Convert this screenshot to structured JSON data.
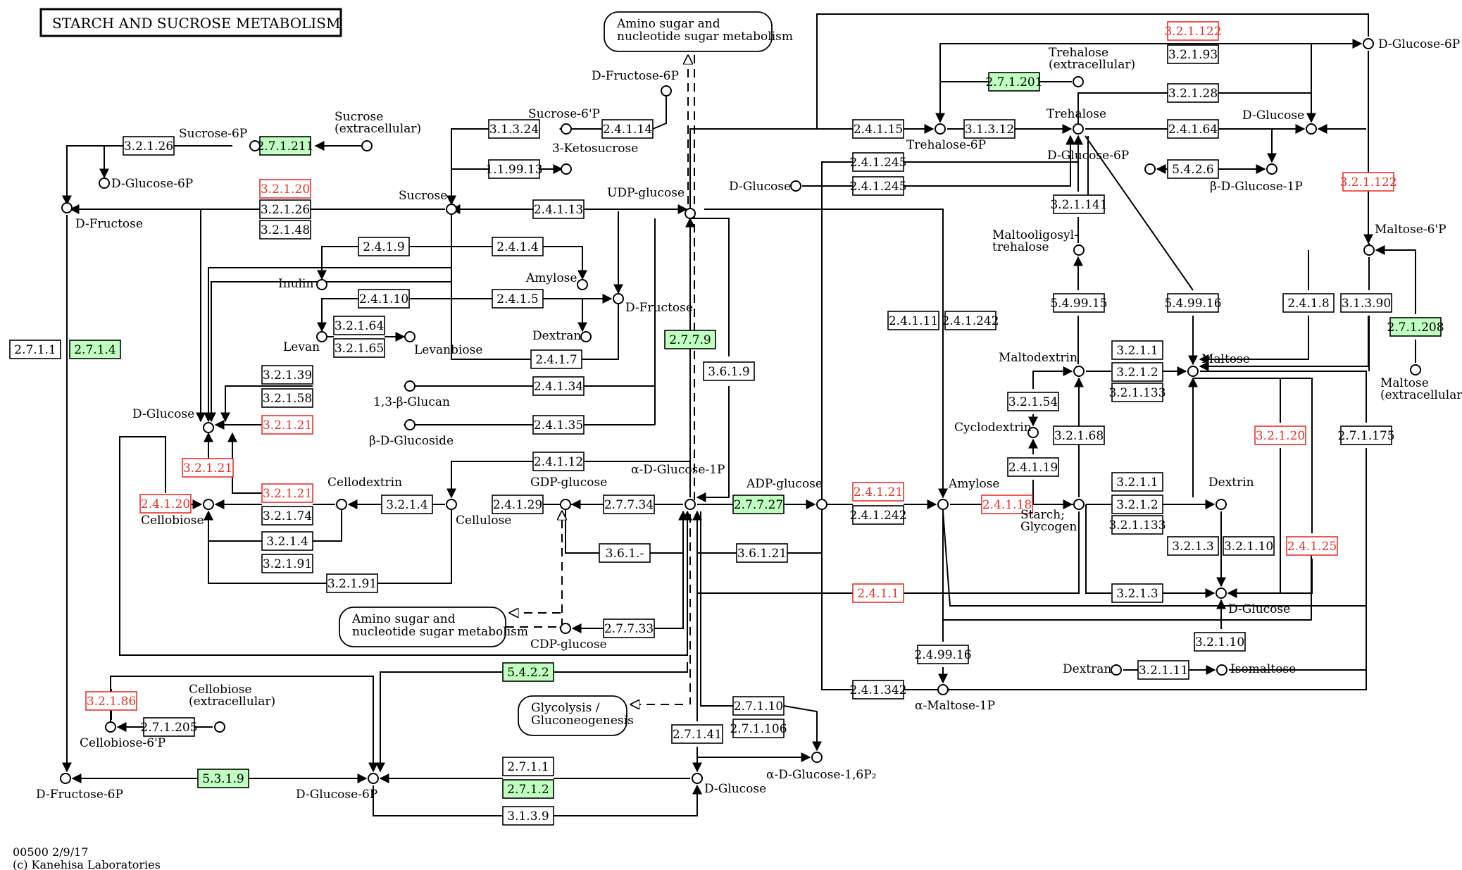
{
  "title": "STARCH AND SUCROSE METABOLISM",
  "footer": [
    "00500 2/9/17",
    "(c) Kanehisa Laboratories"
  ],
  "colors": {
    "found": "#e8322b",
    "green_fill": "#bfffbf",
    "outline": "#000000"
  },
  "maps": [
    {
      "id": "amino1",
      "lines": [
        "Amino sugar and",
        "nucleotide sugar metabolism"
      ]
    },
    {
      "id": "amino2",
      "lines": [
        "Amino sugar and",
        "nucleotide sugar metabolism"
      ]
    },
    {
      "id": "glyco",
      "lines": [
        "Glycolysis /",
        "Gluconeogenesis"
      ]
    }
  ],
  "compounds": [
    {
      "id": "sucrose_6p_l",
      "label": "Sucrose-6P"
    },
    {
      "id": "sucrose_ext",
      "label": [
        "Sucrose",
        "(extracellular)"
      ]
    },
    {
      "id": "dglc6p_a",
      "label": "D-Glucose-6P"
    },
    {
      "id": "dfructose_l",
      "label": "D-Fructose"
    },
    {
      "id": "sucrose",
      "label": "Sucrose"
    },
    {
      "id": "sucrose6p_m",
      "label": "Sucrose-6'P"
    },
    {
      "id": "dfru6p_top",
      "label": "D-Fructose-6P"
    },
    {
      "id": "ketosucrose",
      "label": "3-Ketosucrose"
    },
    {
      "id": "udpglc",
      "label": "UDP-glucose"
    },
    {
      "id": "inulin",
      "label": "Inulin"
    },
    {
      "id": "amylose_s",
      "label": "Amylose"
    },
    {
      "id": "dfructose_m",
      "label": "D-Fructose"
    },
    {
      "id": "levan",
      "label": "Levan"
    },
    {
      "id": "levanbiose",
      "label": "Levanbiose"
    },
    {
      "id": "dextran_s",
      "label": "Dextran"
    },
    {
      "id": "b13glucan",
      "label": "1,3-β-Glucan"
    },
    {
      "id": "bdglucoside",
      "label": "β-D-Glucoside"
    },
    {
      "id": "dglucose_l",
      "label": "D-Glucose"
    },
    {
      "id": "cellobiose",
      "label": "Cellobiose"
    },
    {
      "id": "cellodextrin",
      "label": "Cellodextrin"
    },
    {
      "id": "cellulose",
      "label": "Cellulose"
    },
    {
      "id": "gdpglc",
      "label": "GDP-glucose"
    },
    {
      "id": "adglc1p",
      "label": "α-D-Glucose-1P"
    },
    {
      "id": "adpglc",
      "label": "ADP-glucose"
    },
    {
      "id": "cdpglc",
      "label": "CDP-glucose"
    },
    {
      "id": "cellobiose6p",
      "label": "Cellobiose-6'P"
    },
    {
      "id": "cellobiose_ext",
      "label": [
        "Cellobiose",
        "(extracellular)"
      ]
    },
    {
      "id": "dfru6p_b",
      "label": "D-Fructose-6P"
    },
    {
      "id": "dglc6p_b",
      "label": "D-Glucose-6P"
    },
    {
      "id": "dglucose_b",
      "label": "D-Glucose"
    },
    {
      "id": "adglc16p2",
      "label": "α-D-Glucose-1,6P₂"
    },
    {
      "id": "dglucose_mid",
      "label": "D-Glucose"
    },
    {
      "id": "trehalose6p",
      "label": "Trehalose-6P"
    },
    {
      "id": "trehalose",
      "label": "Trehalose"
    },
    {
      "id": "trehalose_ext",
      "label": [
        "Trehalose",
        "(extracellular)"
      ]
    },
    {
      "id": "dglc6p_tr",
      "label": "D-Glucose-6P"
    },
    {
      "id": "dglucose_tr",
      "label": "D-Glucose"
    },
    {
      "id": "dglc6p_r",
      "label": "D-Glucose-6P"
    },
    {
      "id": "bdglc1p",
      "label": "β-D-Glucose-1P"
    },
    {
      "id": "maltooligo",
      "label": [
        "Maltooligosyl-",
        "trehalose"
      ]
    },
    {
      "id": "maltose6p",
      "label": "Maltose-6'P"
    },
    {
      "id": "maltose_ext",
      "label": [
        "Maltose",
        "(extracellular)"
      ]
    },
    {
      "id": "maltodextrin",
      "label": "Maltodextrin"
    },
    {
      "id": "maltose",
      "label": "Maltose"
    },
    {
      "id": "cyclodextrin",
      "label": "Cyclodextrin"
    },
    {
      "id": "amylose",
      "label": "Amylose"
    },
    {
      "id": "starch",
      "label": [
        "Starch;",
        "Glycogen"
      ]
    },
    {
      "id": "dextrin",
      "label": "Dextrin"
    },
    {
      "id": "dglucose_rb",
      "label": "D-Glucose"
    },
    {
      "id": "amaltose1p",
      "label": "α-Maltose-1P"
    },
    {
      "id": "dextran_b",
      "label": "Dextran"
    },
    {
      "id": "isomaltose",
      "label": "Isomaltose"
    }
  ],
  "enzymes": [
    {
      "id": "e3_2_1_26_a",
      "label": "3.2.1.26",
      "state": "plain"
    },
    {
      "id": "e2_7_1_211",
      "label": "2.7.1.211",
      "state": "green"
    },
    {
      "id": "e3_2_1_20_a",
      "label": "3.2.1.20",
      "state": "found"
    },
    {
      "id": "e3_2_1_26_b",
      "label": "3.2.1.26",
      "state": "plain"
    },
    {
      "id": "e3_2_1_48",
      "label": "3.2.1.48",
      "state": "plain"
    },
    {
      "id": "e3_1_3_24",
      "label": "3.1.3.24",
      "state": "plain"
    },
    {
      "id": "e2_4_1_14",
      "label": "2.4.1.14",
      "state": "plain"
    },
    {
      "id": "e1_1_99_13",
      "label": "1.1.99.13",
      "state": "plain"
    },
    {
      "id": "e2_4_1_13",
      "label": "2.4.1.13",
      "state": "plain"
    },
    {
      "id": "e2_4_1_9",
      "label": "2.4.1.9",
      "state": "plain"
    },
    {
      "id": "e2_4_1_4",
      "label": "2.4.1.4",
      "state": "plain"
    },
    {
      "id": "e2_4_1_10",
      "label": "2.4.1.10",
      "state": "plain"
    },
    {
      "id": "e2_4_1_5",
      "label": "2.4.1.5",
      "state": "plain"
    },
    {
      "id": "e3_2_1_64",
      "label": "3.2.1.64",
      "state": "plain"
    },
    {
      "id": "e3_2_1_65",
      "label": "3.2.1.65",
      "state": "plain"
    },
    {
      "id": "e2_7_1_1",
      "label": "2.7.1.1",
      "state": "plain"
    },
    {
      "id": "e2_7_1_4",
      "label": "2.7.1.4",
      "state": "green"
    },
    {
      "id": "e2_4_1_7",
      "label": "2.4.1.7",
      "state": "plain"
    },
    {
      "id": "e2_7_7_9",
      "label": "2.7.7.9",
      "state": "green"
    },
    {
      "id": "e3_6_1_9",
      "label": "3.6.1.9",
      "state": "plain"
    },
    {
      "id": "e3_2_1_39",
      "label": "3.2.1.39",
      "state": "plain"
    },
    {
      "id": "e3_2_1_58",
      "label": "3.2.1.58",
      "state": "plain"
    },
    {
      "id": "e2_4_1_34",
      "label": "2.4.1.34",
      "state": "plain"
    },
    {
      "id": "e3_2_1_21_a",
      "label": "3.2.1.21",
      "state": "found"
    },
    {
      "id": "e2_4_1_35",
      "label": "2.4.1.35",
      "state": "plain"
    },
    {
      "id": "e3_2_1_21_b",
      "label": "3.2.1.21",
      "state": "found"
    },
    {
      "id": "e2_4_1_12",
      "label": "2.4.1.12",
      "state": "plain"
    },
    {
      "id": "e2_4_1_20",
      "label": "2.4.1.20",
      "state": "found"
    },
    {
      "id": "e3_2_1_21_c",
      "label": "3.2.1.21",
      "state": "found"
    },
    {
      "id": "e3_2_1_74",
      "label": "3.2.1.74",
      "state": "plain"
    },
    {
      "id": "e3_2_1_4_a",
      "label": "3.2.1.4",
      "state": "plain"
    },
    {
      "id": "e3_2_1_4_b",
      "label": "3.2.1.4",
      "state": "plain"
    },
    {
      "id": "e3_2_1_91_a",
      "label": "3.2.1.91",
      "state": "plain"
    },
    {
      "id": "e3_2_1_91_b",
      "label": "3.2.1.91",
      "state": "plain"
    },
    {
      "id": "e2_4_1_29",
      "label": "2.4.1.29",
      "state": "plain"
    },
    {
      "id": "e2_7_7_34",
      "label": "2.7.7.34",
      "state": "plain"
    },
    {
      "id": "e3_6_1_x",
      "label": "3.6.1.-",
      "state": "plain"
    },
    {
      "id": "e2_7_7_27",
      "label": "2.7.7.27",
      "state": "green"
    },
    {
      "id": "e3_6_1_21",
      "label": "3.6.1.21",
      "state": "plain"
    },
    {
      "id": "e2_7_7_33",
      "label": "2.7.7.33",
      "state": "plain"
    },
    {
      "id": "e5_4_2_2",
      "label": "5.4.2.2",
      "state": "green"
    },
    {
      "id": "e3_2_1_86",
      "label": "3.2.1.86",
      "state": "found"
    },
    {
      "id": "e2_7_1_205",
      "label": "2.7.1.205",
      "state": "plain"
    },
    {
      "id": "e5_3_1_9",
      "label": "5.3.1.9",
      "state": "green"
    },
    {
      "id": "e2_7_1_1_b",
      "label": "2.7.1.1",
      "state": "plain"
    },
    {
      "id": "e2_7_1_2",
      "label": "2.7.1.2",
      "state": "green"
    },
    {
      "id": "e3_1_3_9",
      "label": "3.1.3.9",
      "state": "plain"
    },
    {
      "id": "e2_7_1_41",
      "label": "2.7.1.41",
      "state": "plain"
    },
    {
      "id": "e2_7_1_10",
      "label": "2.7.1.10",
      "state": "plain"
    },
    {
      "id": "e2_7_1_106",
      "label": "2.7.1.106",
      "state": "plain"
    },
    {
      "id": "e3_2_1_122_t",
      "label": "3.2.1.122",
      "state": "found"
    },
    {
      "id": "e3_2_1_93",
      "label": "3.2.1.93",
      "state": "plain"
    },
    {
      "id": "e2_7_1_201",
      "label": "2.7.1.201",
      "state": "green"
    },
    {
      "id": "e3_2_1_28",
      "label": "3.2.1.28",
      "state": "plain"
    },
    {
      "id": "e2_4_1_15",
      "label": "2.4.1.15",
      "state": "plain"
    },
    {
      "id": "e3_1_3_12",
      "label": "3.1.3.12",
      "state": "plain"
    },
    {
      "id": "e2_4_1_64",
      "label": "2.4.1.64",
      "state": "plain"
    },
    {
      "id": "e2_4_1_245_a",
      "label": "2.4.1.245",
      "state": "plain"
    },
    {
      "id": "e2_4_1_245_b",
      "label": "2.4.1.245",
      "state": "plain"
    },
    {
      "id": "e5_4_2_6",
      "label": "5.4.2.6",
      "state": "plain"
    },
    {
      "id": "e3_2_1_122_r",
      "label": "3.2.1.122",
      "state": "found"
    },
    {
      "id": "e3_2_1_141",
      "label": "3.2.1.141",
      "state": "plain"
    },
    {
      "id": "e5_4_99_15",
      "label": "5.4.99.15",
      "state": "plain"
    },
    {
      "id": "e5_4_99_16",
      "label": "5.4.99.16",
      "state": "plain"
    },
    {
      "id": "e2_4_1_8",
      "label": "2.4.1.8",
      "state": "plain"
    },
    {
      "id": "e3_1_3_90",
      "label": "3.1.3.90",
      "state": "plain"
    },
    {
      "id": "e2_7_1_208",
      "label": "2.7.1.208",
      "state": "green"
    },
    {
      "id": "e2_4_1_11",
      "label": "2.4.1.11",
      "state": "plain"
    },
    {
      "id": "e2_4_1_242_a",
      "label": "2.4.1.242",
      "state": "plain"
    },
    {
      "id": "e3_2_1_1_a",
      "label": "3.2.1.1",
      "state": "plain"
    },
    {
      "id": "e3_2_1_2_a",
      "label": "3.2.1.2",
      "state": "plain"
    },
    {
      "id": "e3_2_1_133_a",
      "label": "3.2.1.133",
      "state": "plain"
    },
    {
      "id": "e3_2_1_54",
      "label": "3.2.1.54",
      "state": "plain"
    },
    {
      "id": "e3_2_1_68",
      "label": "3.2.1.68",
      "state": "plain"
    },
    {
      "id": "e2_4_1_19",
      "label": "2.4.1.19",
      "state": "plain"
    },
    {
      "id": "e3_2_1_20_b",
      "label": "3.2.1.20",
      "state": "found"
    },
    {
      "id": "e2_7_1_175",
      "label": "2.7.1.175",
      "state": "plain"
    },
    {
      "id": "e2_4_1_21",
      "label": "2.4.1.21",
      "state": "found"
    },
    {
      "id": "e2_4_1_242_b",
      "label": "2.4.1.242",
      "state": "plain"
    },
    {
      "id": "e2_4_1_18",
      "label": "2.4.1.18",
      "state": "found"
    },
    {
      "id": "e3_2_1_1_b",
      "label": "3.2.1.1",
      "state": "plain"
    },
    {
      "id": "e3_2_1_2_b",
      "label": "3.2.1.2",
      "state": "plain"
    },
    {
      "id": "e3_2_1_133_b",
      "label": "3.2.1.133",
      "state": "plain"
    },
    {
      "id": "e3_2_1_3_a",
      "label": "3.2.1.3",
      "state": "plain"
    },
    {
      "id": "e3_2_1_10",
      "label": "3.2.1.10",
      "state": "plain"
    },
    {
      "id": "e2_4_1_25",
      "label": "2.4.1.25",
      "state": "found"
    },
    {
      "id": "e2_4_1_1",
      "label": "2.4.1.1",
      "state": "found"
    },
    {
      "id": "e3_2_1_3_b",
      "label": "3.2.1.3",
      "state": "plain"
    },
    {
      "id": "e2_4_99_16",
      "label": "2.4.99.16",
      "state": "plain"
    },
    {
      "id": "e3_2_1_10_b",
      "label": "3.2.1.10",
      "state": "plain"
    },
    {
      "id": "e3_2_1_11",
      "label": "3.2.1.11",
      "state": "plain"
    },
    {
      "id": "e2_4_1_342",
      "label": "2.4.1.342",
      "state": "plain"
    }
  ]
}
